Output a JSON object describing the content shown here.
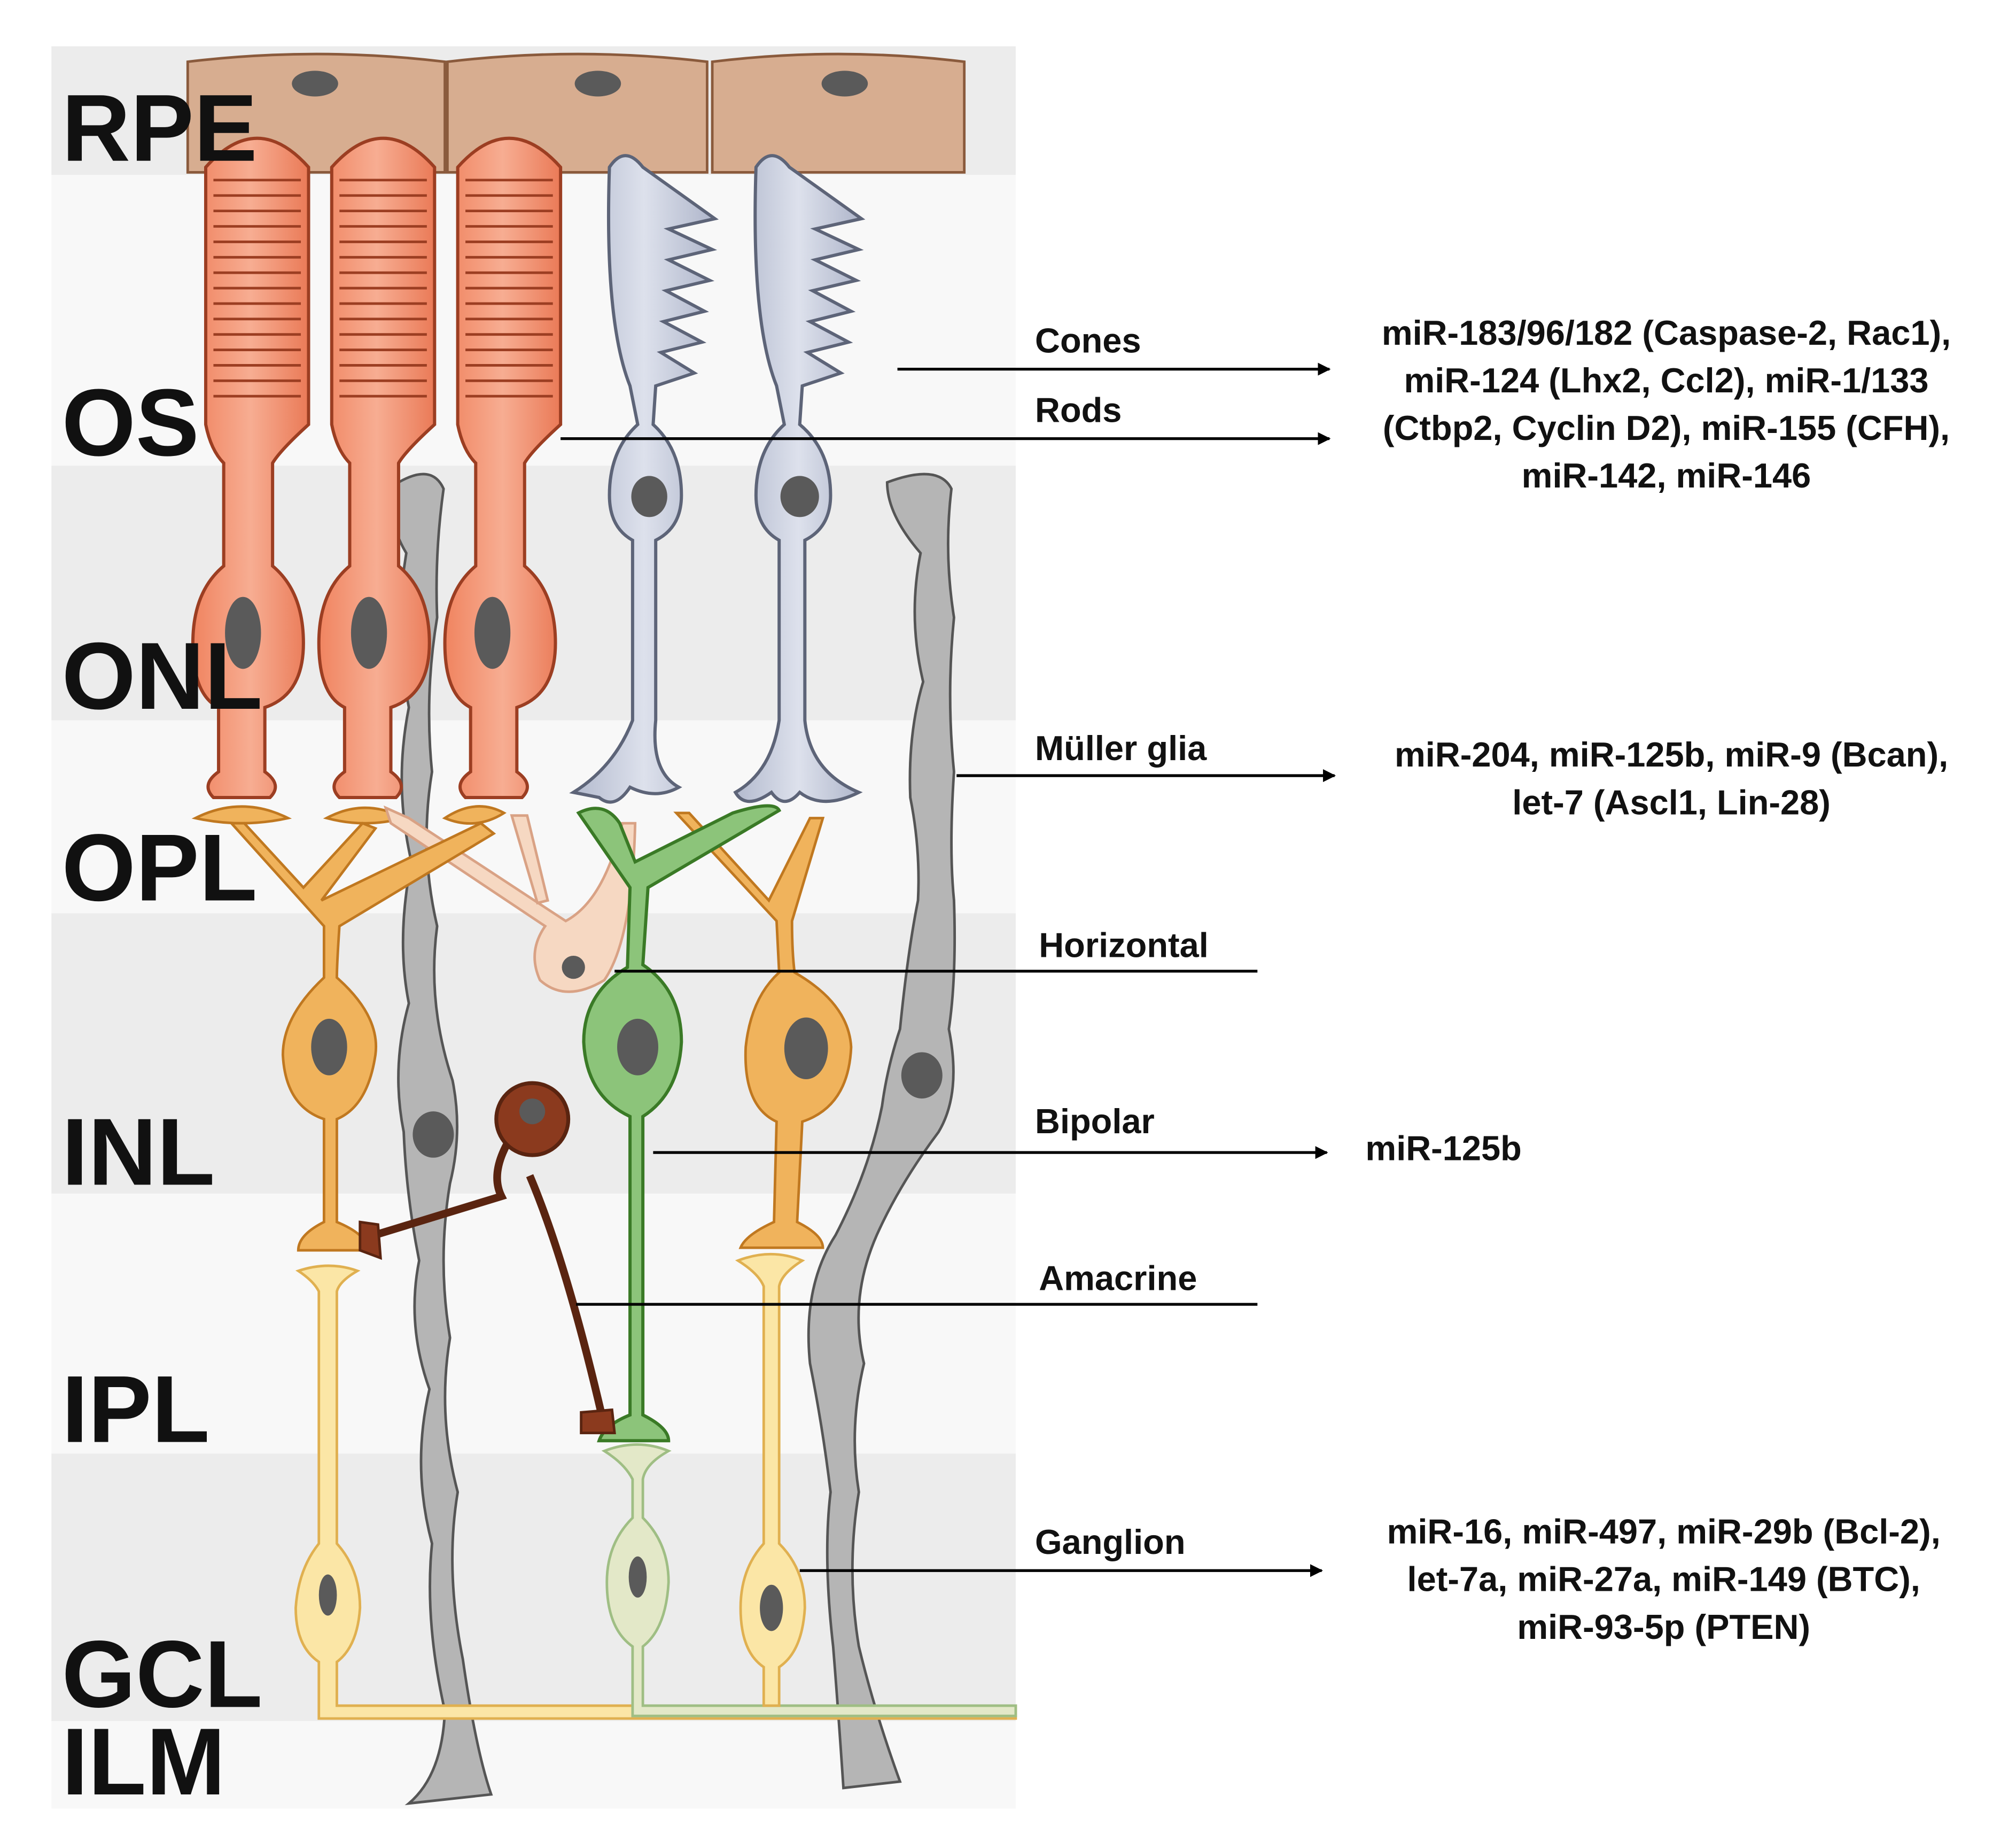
{
  "layers": [
    {
      "label": "RPE"
    },
    {
      "label": "OS"
    },
    {
      "label": "ONL"
    },
    {
      "label": "OPL"
    },
    {
      "label": "INL"
    },
    {
      "label": "IPL"
    },
    {
      "label": "GCL"
    },
    {
      "label": "ILM"
    }
  ],
  "cell_types": {
    "cones": "Cones",
    "rods": "Rods",
    "muller": "Müller glia",
    "horizontal": "Horizontal",
    "bipolar": "Bipolar",
    "amacrine": "Amacrine",
    "ganglion": "Ganglion"
  },
  "mirna": {
    "photoreceptor": [
      "miR-183/96/182 (Caspase-2, Rac1),",
      "miR-124 (Lhx2, Ccl2), miR-1/133",
      "(Ctbp2, Cyclin D2), miR-155 (CFH),",
      "miR-142, miR-146"
    ],
    "muller": [
      "miR-204, miR-125b, miR-9 (Bcan),",
      "let-7 (Ascl1, Lin-28)"
    ],
    "bipolar": [
      "miR-125b"
    ],
    "ganglion": [
      "miR-16, miR-497, miR-29b (Bcl-2),",
      "let-7a, miR-27a, miR-149 (BTC),",
      "miR-93-5p (PTEN)"
    ]
  },
  "colors": {
    "rod": "#ee8a6a",
    "rod_stroke": "#9c3e22",
    "cone": "#c4cadb",
    "cone_stroke": "#5d6478",
    "muller": "#b5b5b5",
    "bipolar_orange": "#f0b35c",
    "bipolar_green": "#8cc47a",
    "horizontal": "#f6d8c2",
    "amacrine": "#8b3a1e",
    "ganglion": "#fbe6a6",
    "rpe": "#d7ad90",
    "nucleus": "#5a5a5a"
  }
}
